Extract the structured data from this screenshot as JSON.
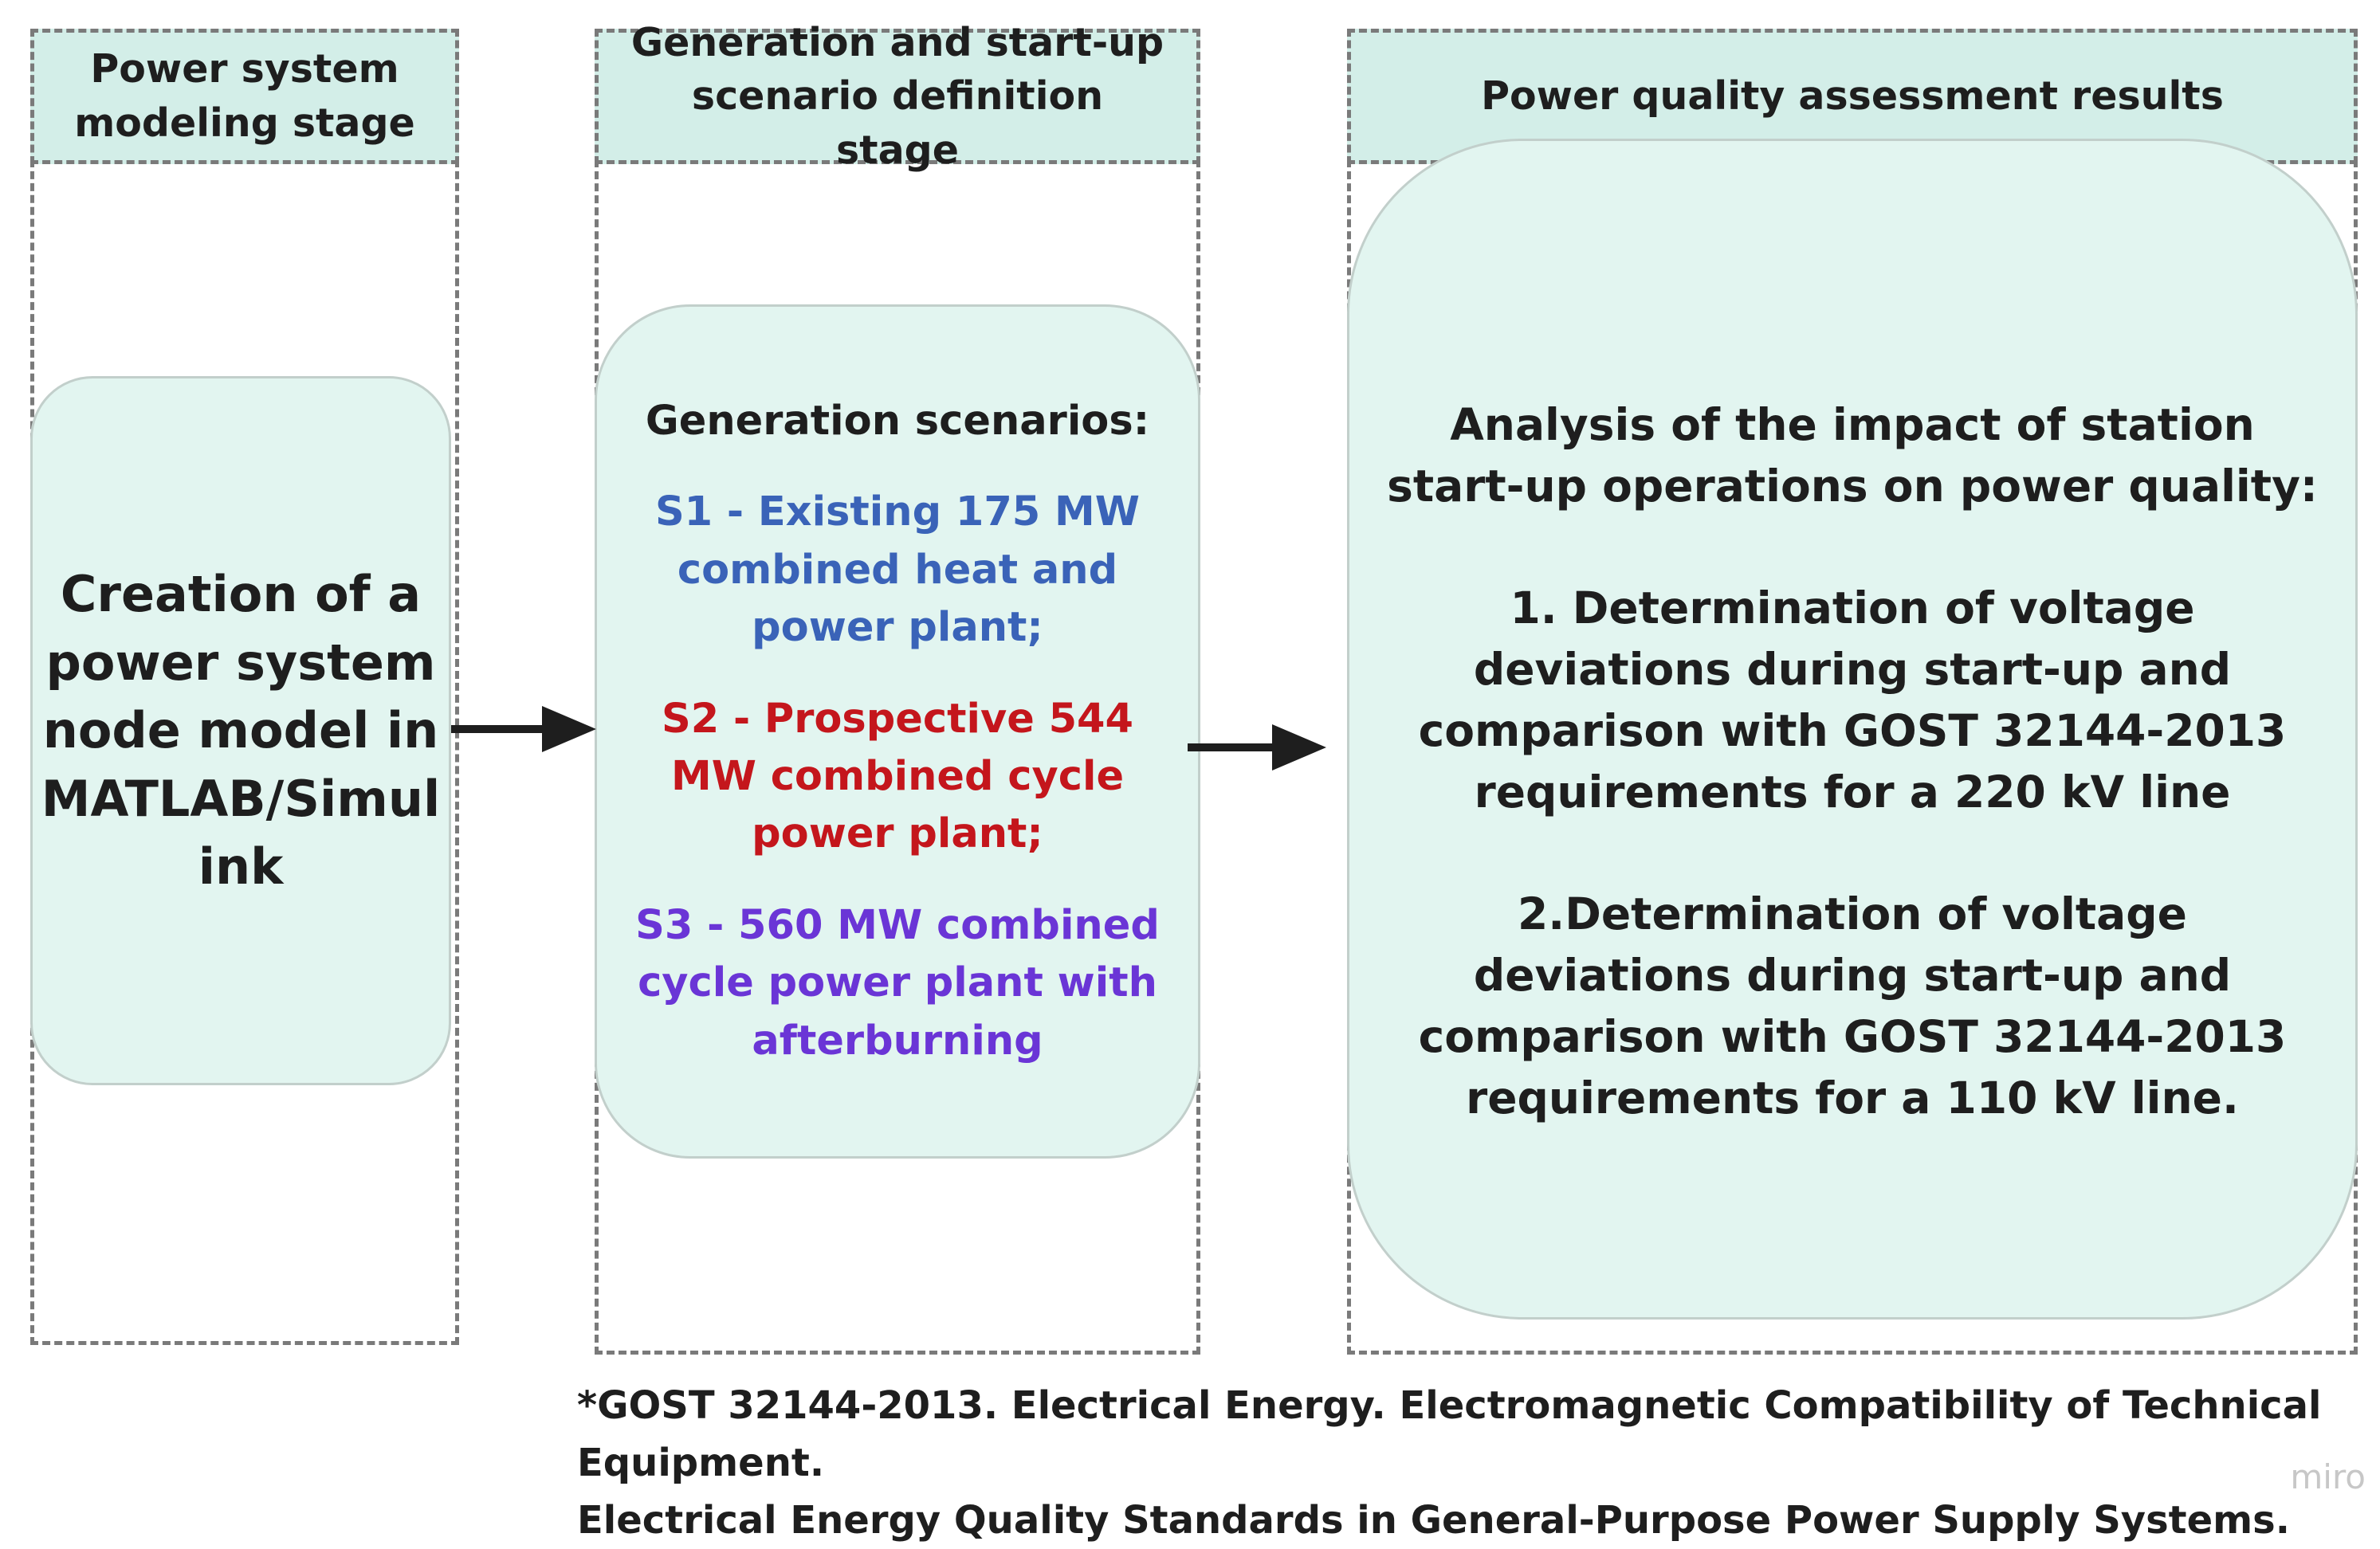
{
  "lanes": [
    {
      "header": "Power system modeling stage"
    },
    {
      "header": "Generation and start-up scenario definition stage"
    },
    {
      "header": "Power quality assessment results"
    }
  ],
  "modeling_card": {
    "text": "Creation of a power system node model in MATLAB/Simulink"
  },
  "scenarios_card": {
    "title": "Generation scenarios:",
    "items": [
      {
        "text": "S1 - Existing 175 MW combined heat and power plant;",
        "color": "#3a63b8"
      },
      {
        "text": "S2 - Prospective 544 MW combined cycle power plant;",
        "color": "#c4161c"
      },
      {
        "text": "S3 - 560 MW combined cycle power plant with afterburning",
        "color": "#6a35d6"
      }
    ]
  },
  "results_card": {
    "title": "Analysis of the impact of station start-up operations on power quality:",
    "items": [
      "1. Determination of voltage deviations during start-up and comparison with GOST 32144-2013 requirements for a 220 kV line",
      "2.Determination of voltage deviations during start-up and comparison with GOST 32144-2013 requirements for a 110 kV line."
    ]
  },
  "footnote": {
    "line1": "*GOST 32144-2013. Electrical Energy. Electromagnetic Compatibility of Technical Equipment.",
    "line2": "Electrical Energy Quality Standards in General-Purpose Power Supply Systems."
  },
  "watermark": "miro",
  "colors": {
    "header_fill": "#d3eee8",
    "card_fill": "#e2f5f0",
    "dash_border": "#7a7a7a",
    "arrow": "#1e1e1e"
  }
}
